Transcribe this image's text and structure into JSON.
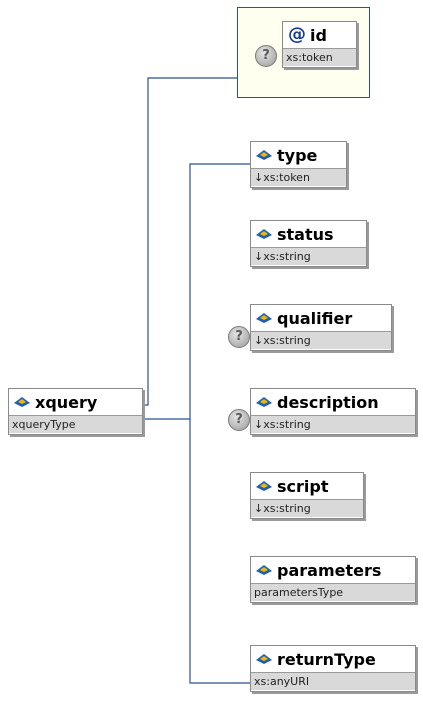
{
  "root": {
    "name": "xquery",
    "type": "xqueryType"
  },
  "attribute": {
    "name": "id",
    "type": "xs:token",
    "optional_marker": "?"
  },
  "elements": [
    {
      "name": "type",
      "type": "↓xs:token"
    },
    {
      "name": "status",
      "type": "↓xs:string"
    },
    {
      "name": "qualifier",
      "type": "↓xs:string",
      "optional_marker": "?"
    },
    {
      "name": "description",
      "type": "↓xs:string",
      "optional_marker": "?"
    },
    {
      "name": "script",
      "type": "↓xs:string"
    },
    {
      "name": "parameters",
      "type": "parametersType"
    },
    {
      "name": "returnType",
      "type": "xs:anyURI"
    }
  ],
  "colors": {
    "connector": "#2f4f8f",
    "type_band": "#d9d9d9",
    "attribute_bg": "#fffff0"
  }
}
